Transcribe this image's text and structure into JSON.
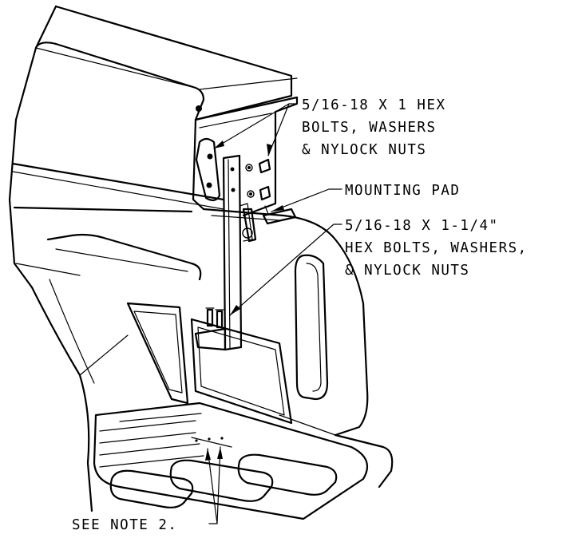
{
  "callouts": {
    "bolts_upper": {
      "lines": [
        "5/16-18 X 1 HEX",
        "BOLTS, WASHERS",
        "& NYLOCK NUTS"
      ]
    },
    "mounting_pad": {
      "lines": [
        "MOUNTING PAD"
      ]
    },
    "bolts_lower": {
      "lines": [
        "5/16-18 X 1-1/4\"",
        "HEX BOLTS, WASHERS,",
        "& NYLOCK NUTS"
      ]
    },
    "note": {
      "lines": [
        "SEE NOTE 2."
      ]
    }
  },
  "colors": {
    "line": "#000000",
    "background": "#ffffff"
  }
}
